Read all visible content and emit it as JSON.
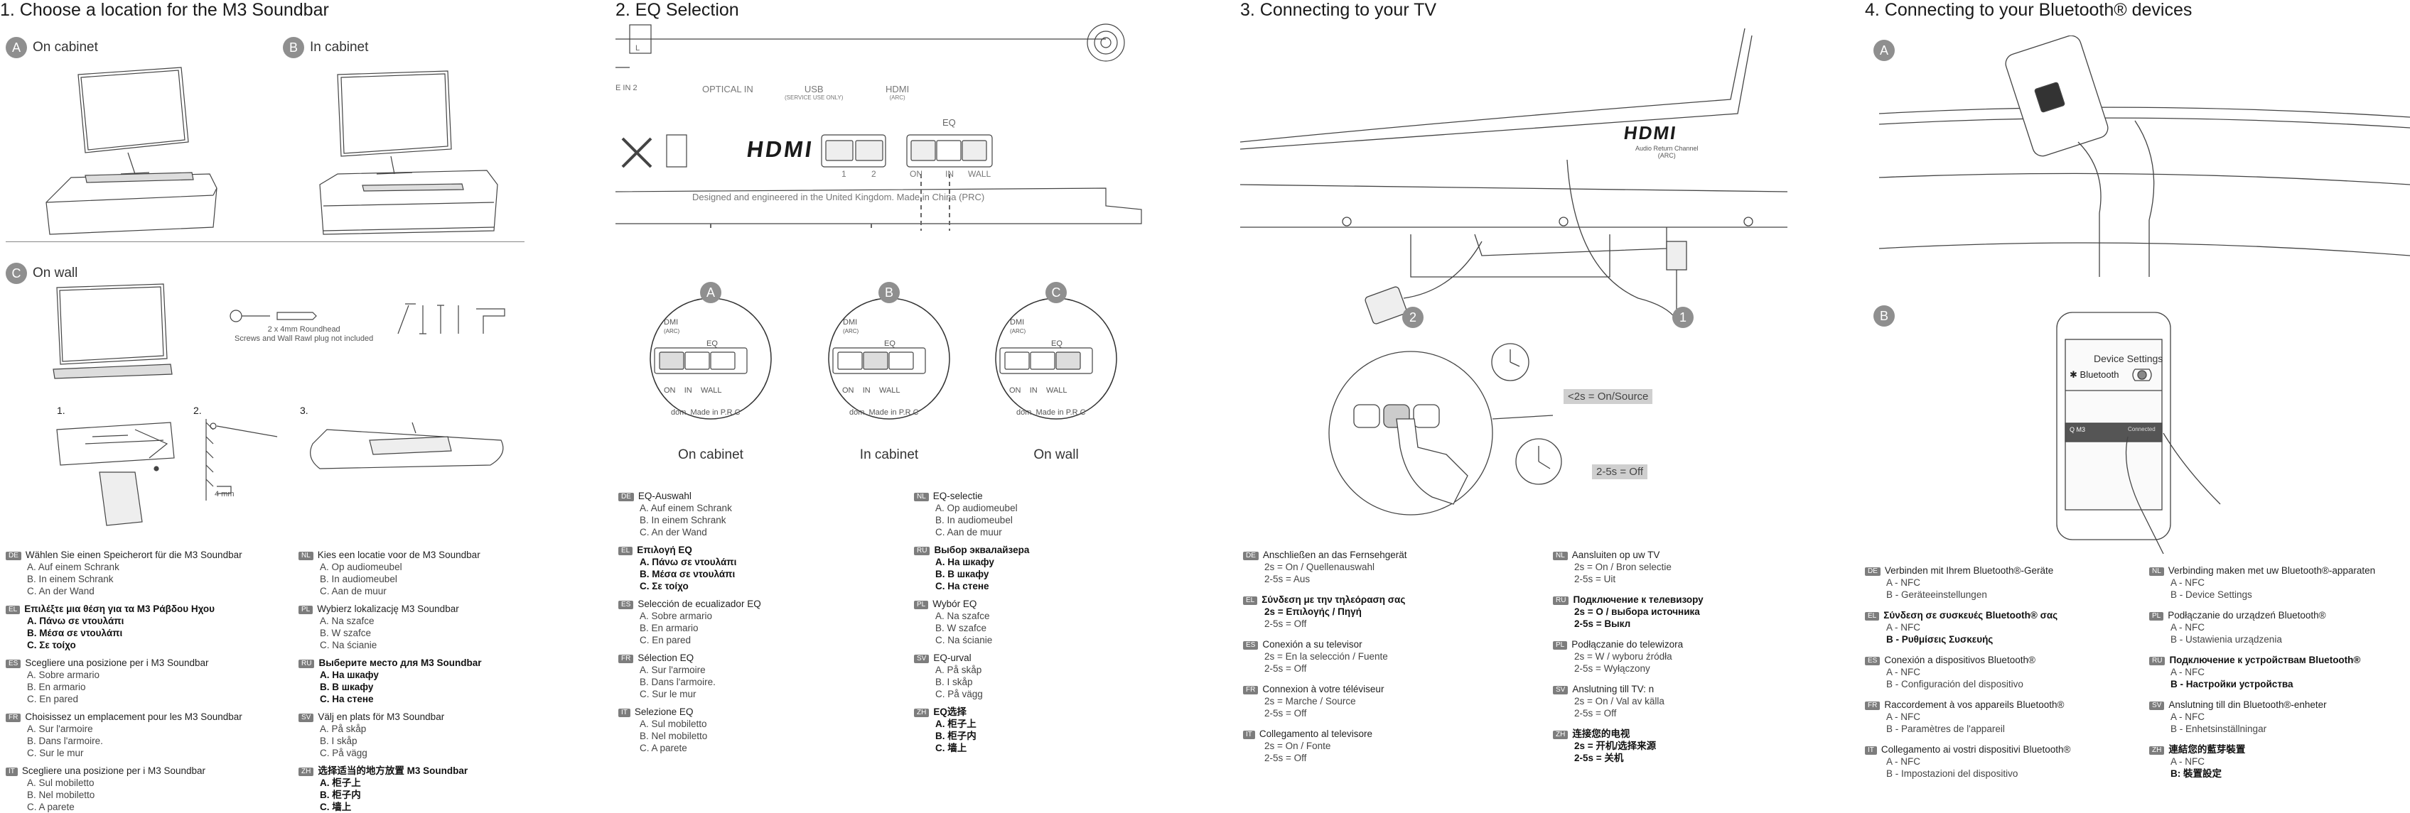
{
  "panel1": {
    "title": "1. Choose a location for the M3 Soundbar",
    "a_letter": "A",
    "a_label": "On cabinet",
    "b_letter": "B",
    "b_label": "In cabinet",
    "c_letter": "C",
    "c_label": "On wall",
    "screws_note_1": "2 x 4mm Roundhead",
    "screws_note_2": "Screws and Wall Rawl plug not included",
    "step1": "1.",
    "step2": "2.",
    "step3": "3.",
    "mm_label": "4 mm",
    "left_blocks": [
      {
        "lang": "DE",
        "head": "Wählen Sie einen Speicherort für die M3 Soundbar",
        "items": [
          "A. Auf einem Schrank",
          "B. In einem Schrank",
          "C. An der Wand"
        ]
      },
      {
        "lang": "EL",
        "head": "Επιλέξτε μια θέση για τα M3 Ράβδου Ηχου",
        "items": [
          "A. Πάνω σε ντουλάπι",
          "B. Μέσα σε ντουλάπι",
          "C. Σε τοίχο"
        ]
      },
      {
        "lang": "ES",
        "head": "Scegliere una posizione per i M3 Soundbar",
        "items": [
          "A. Sobre armario",
          "B. En armario",
          "C. En pared"
        ]
      },
      {
        "lang": "FR",
        "head": "Choisissez un emplacement pour les M3 Soundbar",
        "items": [
          "A. Sur l'armoire",
          "B. Dans l'armoire.",
          "C. Sur le mur"
        ]
      },
      {
        "lang": "IT",
        "head": "Scegliere una posizione per i M3 Soundbar",
        "items": [
          "A. Sul mobiletto",
          "B. Nel mobiletto",
          "C. A parete"
        ]
      }
    ],
    "right_blocks": [
      {
        "lang": "NL",
        "head": "Kies een locatie voor de M3 Soundbar",
        "items": [
          "A. Op audiomeubel",
          "B. In audiomeubel",
          "C. Aan de muur"
        ]
      },
      {
        "lang": "PL",
        "head": "Wybierz lokalizację M3 Soundbar",
        "items": [
          "A. Na szafce",
          "B. W szafce",
          "C. Na ścianie"
        ]
      },
      {
        "lang": "RU",
        "head": "Выберите место для M3 Soundbar",
        "items": [
          "A. На шкафу",
          "B. В шкафу",
          "C. На стене"
        ]
      },
      {
        "lang": "SV",
        "head": "Välj en plats för M3 Soundbar",
        "items": [
          "A. På skåp",
          "B. I skåp",
          "C. På vägg"
        ]
      },
      {
        "lang": "ZH",
        "head": "选择适当的地方放置 M3 Soundbar",
        "items": [
          "A. 柜子上",
          "B. 柜子内",
          "C. 墙上"
        ]
      }
    ]
  },
  "panel2": {
    "title": "2. EQ Selection",
    "port_in2": "E IN 2",
    "port_optical": "OPTICAL IN",
    "port_usb": "USB",
    "port_usb_sub": "(SERVICE USE ONLY)",
    "port_hdmi": "HDMI",
    "port_hdmi_sub": "(ARC)",
    "eq_label": "EQ",
    "sw_1": "1",
    "sw_2": "2",
    "eq_on": "ON",
    "eq_in": "IN",
    "eq_wall": "WALL",
    "l_mark": "L",
    "hdmi_logo": "HDMI",
    "made_in": "Designed and engineered in the United Kingdom. Made in China (PRC)",
    "zoom_made": "dom. Made in P.R.C",
    "zoom_hdmi": "DMI",
    "zoom_arc": "(ARC)",
    "letters": [
      "A",
      "B",
      "C"
    ],
    "captions": [
      "On cabinet",
      "In cabinet",
      "On wall"
    ],
    "left_blocks": [
      {
        "lang": "DE",
        "head": "EQ-Auswahl",
        "items": [
          "A. Auf einem Schrank",
          "B. In einem Schrank",
          "C. An der Wand"
        ]
      },
      {
        "lang": "EL",
        "head": "Επιλογή EQ",
        "items": [
          "A. Πάνω σε ντουλάπι",
          "B. Μέσα σε ντουλάπι",
          "C. Σε τοίχο"
        ]
      },
      {
        "lang": "ES",
        "head": "Selección de ecualizador EQ",
        "items": [
          "A. Sobre armario",
          "B. En armario",
          "C. En pared"
        ]
      },
      {
        "lang": "FR",
        "head": "Sélection EQ",
        "items": [
          "A. Sur l'armoire",
          "B. Dans l'armoire.",
          "C. Sur le mur"
        ]
      },
      {
        "lang": "IT",
        "head": "Selezione EQ",
        "items": [
          "A. Sul mobiletto",
          "B. Nel mobiletto",
          "C. A parete"
        ]
      }
    ],
    "right_blocks": [
      {
        "lang": "NL",
        "head": "EQ-selectie",
        "items": [
          "A. Op audiomeubel",
          "B. In audiomeubel",
          "C. Aan de muur"
        ]
      },
      {
        "lang": "RU",
        "head": "Выбор эквалайзера",
        "items": [
          "A. На шкафу",
          "B. В шкафу",
          "C. На стене"
        ]
      },
      {
        "lang": "PL",
        "head": "Wybór EQ",
        "items": [
          "A. Na szafce",
          "B. W szafce",
          "C. Na ścianie"
        ]
      },
      {
        "lang": "SV",
        "head": "EQ-urval",
        "items": [
          "A. På skåp",
          "B. I skåp",
          "C. På vägg"
        ]
      },
      {
        "lang": "ZH",
        "head": "EQ选择",
        "items": [
          "A. 柜子上",
          "B. 柜子内",
          "C. 墙上"
        ]
      }
    ]
  },
  "panel3": {
    "title": "3. Connecting to your TV",
    "hdmi_logo": "HDMI",
    "hdmi_sub1": "Audio Return Channel",
    "hdmi_sub2": "(ARC)",
    "num1": "1",
    "num2": "2",
    "callout1": "<2s = On/Source",
    "callout2": "2-5s = Off",
    "left_blocks": [
      {
        "lang": "DE",
        "head": "Anschließen an das Fernsehgerät",
        "items": [
          "2s = On / Quellenauswahl",
          "2-5s = Aus"
        ]
      },
      {
        "lang": "EL",
        "head": "Σύνδεση με την τηλεόραση σας",
        "items": [
          "2s = Επιλογής / Πηγή",
          "2-5s = Off"
        ]
      },
      {
        "lang": "ES",
        "head": "Conexión a su televisor",
        "items": [
          "2s = En la selección / Fuente",
          "2-5s = Off"
        ]
      },
      {
        "lang": "FR",
        "head": "Connexion à votre téléviseur",
        "items": [
          "2s = Marche / Source",
          "2-5s = Off"
        ]
      },
      {
        "lang": "IT",
        "head": "Collegamento al televisore",
        "items": [
          "2s = On / Fonte",
          "2-5s = Off"
        ]
      }
    ],
    "right_blocks": [
      {
        "lang": "NL",
        "head": "Aansluiten op uw TV",
        "items": [
          "2s = On / Bron selectie",
          "2-5s = Uit"
        ]
      },
      {
        "lang": "RU",
        "head": "Подключение к телевизору",
        "items": [
          "2s = О / выбора источника",
          "2-5s = Выкл"
        ]
      },
      {
        "lang": "PL",
        "head": "Podłączanie do telewizora",
        "items": [
          "2s = W / wyboru źródła",
          "2-5s = Wyłączony"
        ]
      },
      {
        "lang": "SV",
        "head": "Anslutning till TV: n",
        "items": [
          "2s = On / Val av källa",
          "2-5s = Off"
        ]
      },
      {
        "lang": "ZH",
        "head": "连接您的电视",
        "items": [
          "2s = 开机/选择来源",
          "2-5s = 关机"
        ]
      }
    ]
  },
  "panel4": {
    "title": "4. Connecting to your Bluetooth® devices",
    "a_letter": "A",
    "b_letter": "B",
    "device_settings": "Device Settings",
    "bluetooth": "Bluetooth",
    "q_m3": "Q M3",
    "connected": "Connected",
    "left_blocks": [
      {
        "lang": "DE",
        "head": "Verbinden mit Ihrem Bluetooth®-Geräte",
        "items": [
          "A - NFC",
          "B - Geräteeinstellungen"
        ]
      },
      {
        "lang": "EL",
        "head": "Σύνδεση σε συσκευές Bluetooth® σας",
        "items": [
          "A - NFC",
          "B - Ρυθμίσεις Συσκευής"
        ]
      },
      {
        "lang": "ES",
        "head": "Conexión a dispositivos Bluetooth®",
        "items": [
          "A - NFC",
          "B - Configuración del dispositivo"
        ]
      },
      {
        "lang": "FR",
        "head": "Raccordement à vos appareils Bluetooth®",
        "items": [
          "A - NFC",
          "B - Paramètres de l'appareil"
        ]
      },
      {
        "lang": "IT",
        "head": "Collegamento ai vostri dispositivi Bluetooth®",
        "items": [
          "A - NFC",
          "B - Impostazioni del dispositivo"
        ]
      }
    ],
    "right_blocks": [
      {
        "lang": "NL",
        "head": "Verbinding maken met uw Bluetooth®-apparaten",
        "items": [
          "A - NFC",
          "B - Device Settings"
        ]
      },
      {
        "lang": "PL",
        "head": "Podłączanie do urządzeń Bluetooth®",
        "items": [
          "A - NFC",
          "B - Ustawienia urządzenia"
        ]
      },
      {
        "lang": "RU",
        "head": "Подключение к устройствам Bluetooth®",
        "items": [
          "A - NFC",
          "B - Настройки устройства"
        ]
      },
      {
        "lang": "SV",
        "head": "Anslutning till din Bluetooth®-enheter",
        "items": [
          "A - NFC",
          "B - Enhetsinställningar"
        ]
      },
      {
        "lang": "ZH",
        "head": "連結您的藍芽裝置",
        "items": [
          "A - NFC",
          "B: 裝置設定"
        ]
      }
    ]
  }
}
